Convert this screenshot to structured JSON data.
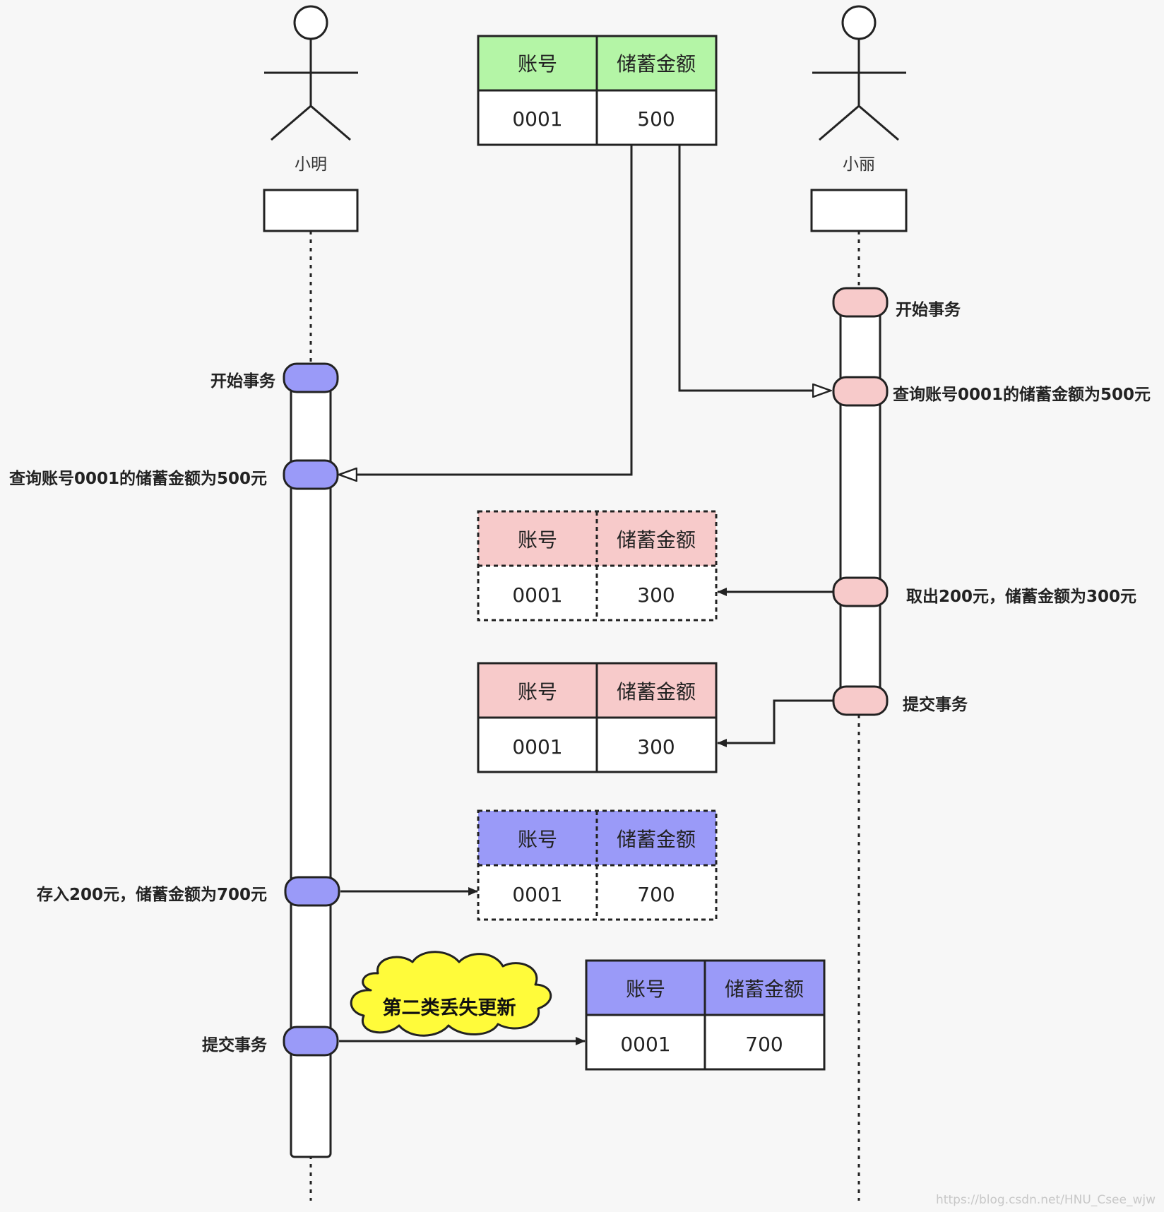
{
  "actors": {
    "left": {
      "name": "小明"
    },
    "right": {
      "name": "小丽"
    }
  },
  "table_headers": {
    "account": "账号",
    "balance": "储蓄金额"
  },
  "tables": {
    "initial": {
      "account": "0001",
      "balance": "500",
      "header_color": "#b4f5a6"
    },
    "right_tmp": {
      "account": "0001",
      "balance": "300",
      "header_color": "#f7caca"
    },
    "right_commit": {
      "account": "0001",
      "balance": "300",
      "header_color": "#f7caca"
    },
    "left_tmp": {
      "account": "0001",
      "balance": "700",
      "header_color": "#9a9af8"
    },
    "left_commit": {
      "account": "0001",
      "balance": "700",
      "header_color": "#9a9af8"
    }
  },
  "events": {
    "right_begin": "开始事务",
    "right_query": "查询账号0001的储蓄金额为500元",
    "right_withdraw": "取出200元，储蓄金额为300元",
    "right_commit": "提交事务",
    "left_begin": "开始事务",
    "left_query": "查询账号0001的储蓄金额为500元",
    "left_deposit": "存入200元，储蓄金额为700元",
    "left_commit": "提交事务"
  },
  "annotation": {
    "label": "第二类丢失更新",
    "color": "#fffb3a"
  },
  "colors": {
    "left_event": "#9a9af8",
    "right_event": "#f7caca"
  },
  "watermark": "https://blog.csdn.net/HNU_Csee_wjw"
}
